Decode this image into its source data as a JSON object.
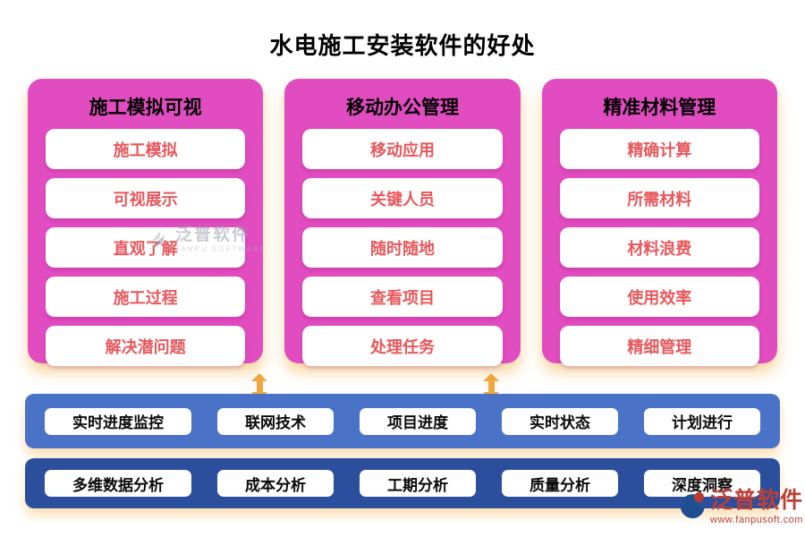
{
  "title": "水电施工安装软件的好处",
  "columns": [
    {
      "header": "施工模拟可视",
      "items": [
        "施工模拟",
        "可视展示",
        "直观了解",
        "施工过程",
        "解决潜问题"
      ]
    },
    {
      "header": "移动办公管理",
      "items": [
        "移动应用",
        "关键人员",
        "随时随地",
        "查看项目",
        "处理任务"
      ]
    },
    {
      "header": "精准材料管理",
      "items": [
        "精确计算",
        "所需材料",
        "材料浪费",
        "使用效率",
        "精细管理"
      ]
    }
  ],
  "rows": [
    {
      "items": [
        "实时进度监控",
        "联网技术",
        "项目进度",
        "实时状态",
        "计划进行"
      ]
    },
    {
      "items": [
        "多维数据分析",
        "成本分析",
        "工期分析",
        "质量分析",
        "深度洞察"
      ]
    }
  ],
  "watermark_center": {
    "brand": "泛普软件",
    "brand_en": "FANPU SOFTWARE"
  },
  "watermark_footer": {
    "brand": "泛普软件",
    "url": "www.fanpusoft.com"
  },
  "icons": {
    "double_arrow": "double-arrow-icon",
    "brand_logo": "fanpu-logo-icon"
  },
  "colors": {
    "magenta": "#E14CC0",
    "item-red": "#E7585C",
    "row1-blue": "#4A72C7",
    "row2-blue": "#2B4F9C",
    "arrow-orange": "#F0A63C",
    "title-black": "#000000",
    "brand-red": "#BC4038"
  }
}
